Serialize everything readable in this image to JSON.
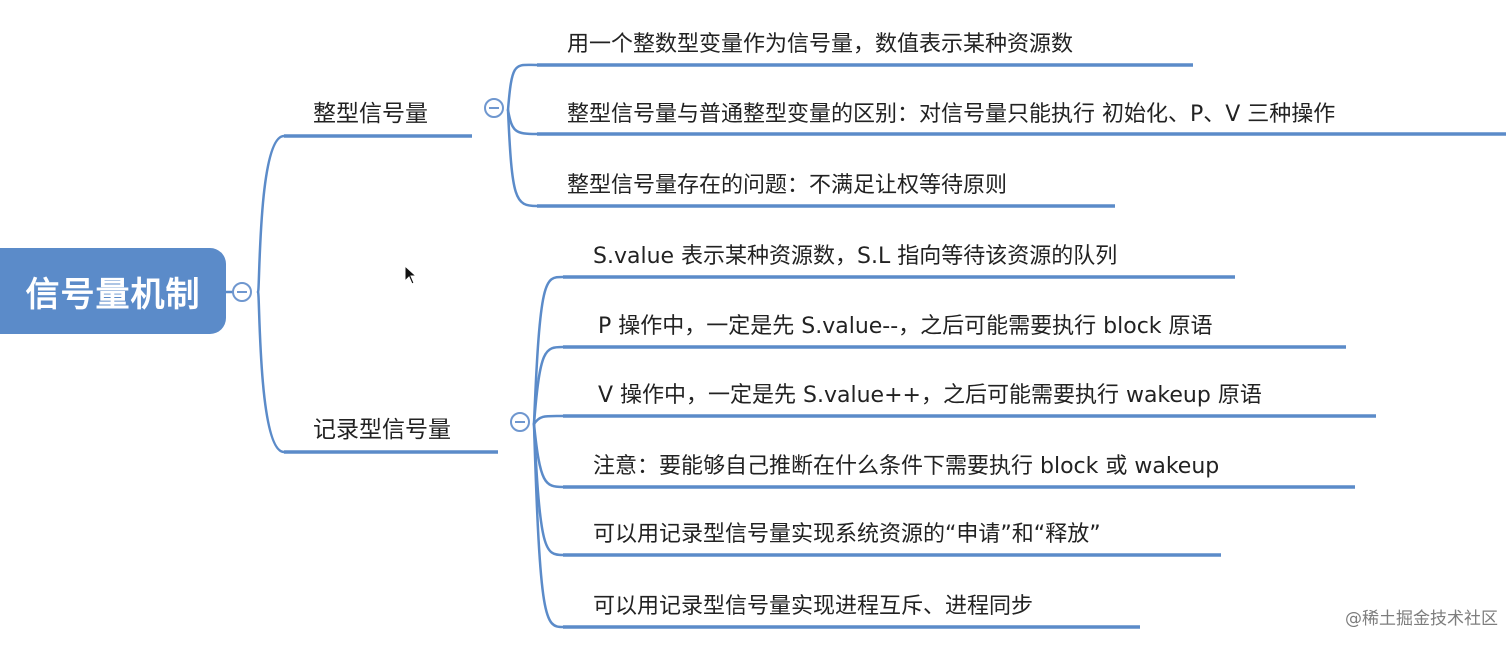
{
  "mindmap": {
    "root": {
      "label": "信号量机制"
    },
    "branches": [
      {
        "label": "整型信号量",
        "children": [
          "用一个整数型变量作为信号量，数值表示某种资源数",
          "整型信号量与普通整型变量的区别：对信号量只能执行 初始化、P、V 三种操作",
          "整型信号量存在的问题：不满足让权等待原则"
        ]
      },
      {
        "label": "记录型信号量",
        "children": [
          "S.value 表示某种资源数，S.L 指向等待该资源的队列",
          "P 操作中，一定是先 S.value--，之后可能需要执行 block 原语",
          "V 操作中，一定是先 S.value++，之后可能需要执行 wakeup 原语",
          "注意：要能够自己推断在什么条件下需要执行 block 或 wakeup",
          "可以用记录型信号量实现系统资源的“申请”和“释放”",
          "可以用记录型信号量实现进程互斥、进程同步"
        ]
      }
    ],
    "line_color": "#5b8bc9",
    "icons": {
      "collapse": "minus-circle-icon",
      "cursor": "mouse-cursor-icon"
    }
  },
  "watermark": "@稀土掘金技术社区"
}
